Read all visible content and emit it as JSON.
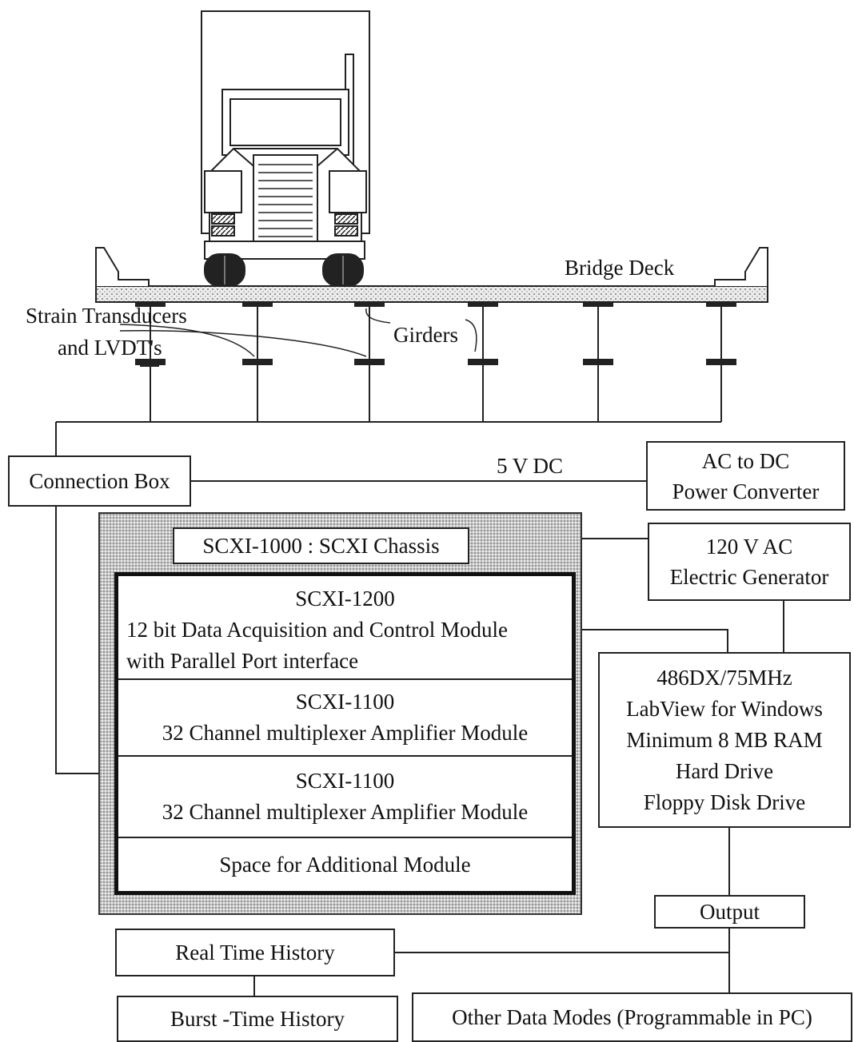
{
  "labels": {
    "bridge_deck": "Bridge Deck",
    "strain_line1": "Strain Transducers",
    "strain_line2": "and LVDT's",
    "girders": "Girders",
    "five_vdc": "5 V DC"
  },
  "boxes": {
    "connection_box": "Connection Box",
    "ac_dc_line1": "AC to DC",
    "ac_dc_line2": "Power Converter",
    "generator_line1": "120 V AC",
    "generator_line2": "Electric Generator",
    "chassis_title": "SCXI-1000 : SCXI Chassis",
    "pc_lines": [
      "486DX/75MHz",
      "LabView for Windows",
      "Minimum 8 MB RAM",
      "Hard Drive",
      "Floppy Disk Drive"
    ],
    "output": "Output",
    "real_time": "Real Time History",
    "burst": "Burst -Time History",
    "other_modes": "Other Data Modes (Programmable in PC)"
  },
  "modules": [
    {
      "lines": [
        "SCXI-1200",
        "12 bit Data Acquisition and Control Module",
        "with Parallel Port interface"
      ]
    },
    {
      "lines": [
        "SCXI-1100",
        "32 Channel multiplexer Amplifier Module"
      ]
    },
    {
      "lines": [
        "SCXI-1100",
        "32 Channel multiplexer Amplifier Module"
      ]
    },
    {
      "lines": [
        "Space for Additional Module"
      ]
    }
  ],
  "colors": {
    "line": "#222222",
    "chassis_fill": "#c9c9c9",
    "deck_fill": "#e6e6e6"
  }
}
